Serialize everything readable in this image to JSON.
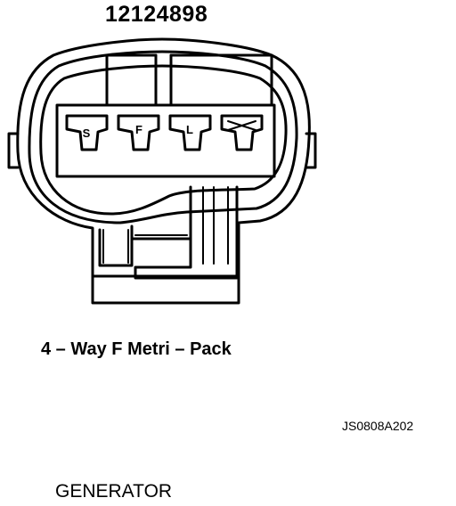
{
  "header": {
    "part_number": "12124898"
  },
  "connector": {
    "pins": [
      {
        "label": "S"
      },
      {
        "label": "F"
      },
      {
        "label": "L"
      },
      {
        "label": "",
        "icon": "x-mark-icon"
      }
    ]
  },
  "caption": "4 – Way F Metri – Pack",
  "figure_code": "JS0808A202",
  "component": "GENERATOR"
}
